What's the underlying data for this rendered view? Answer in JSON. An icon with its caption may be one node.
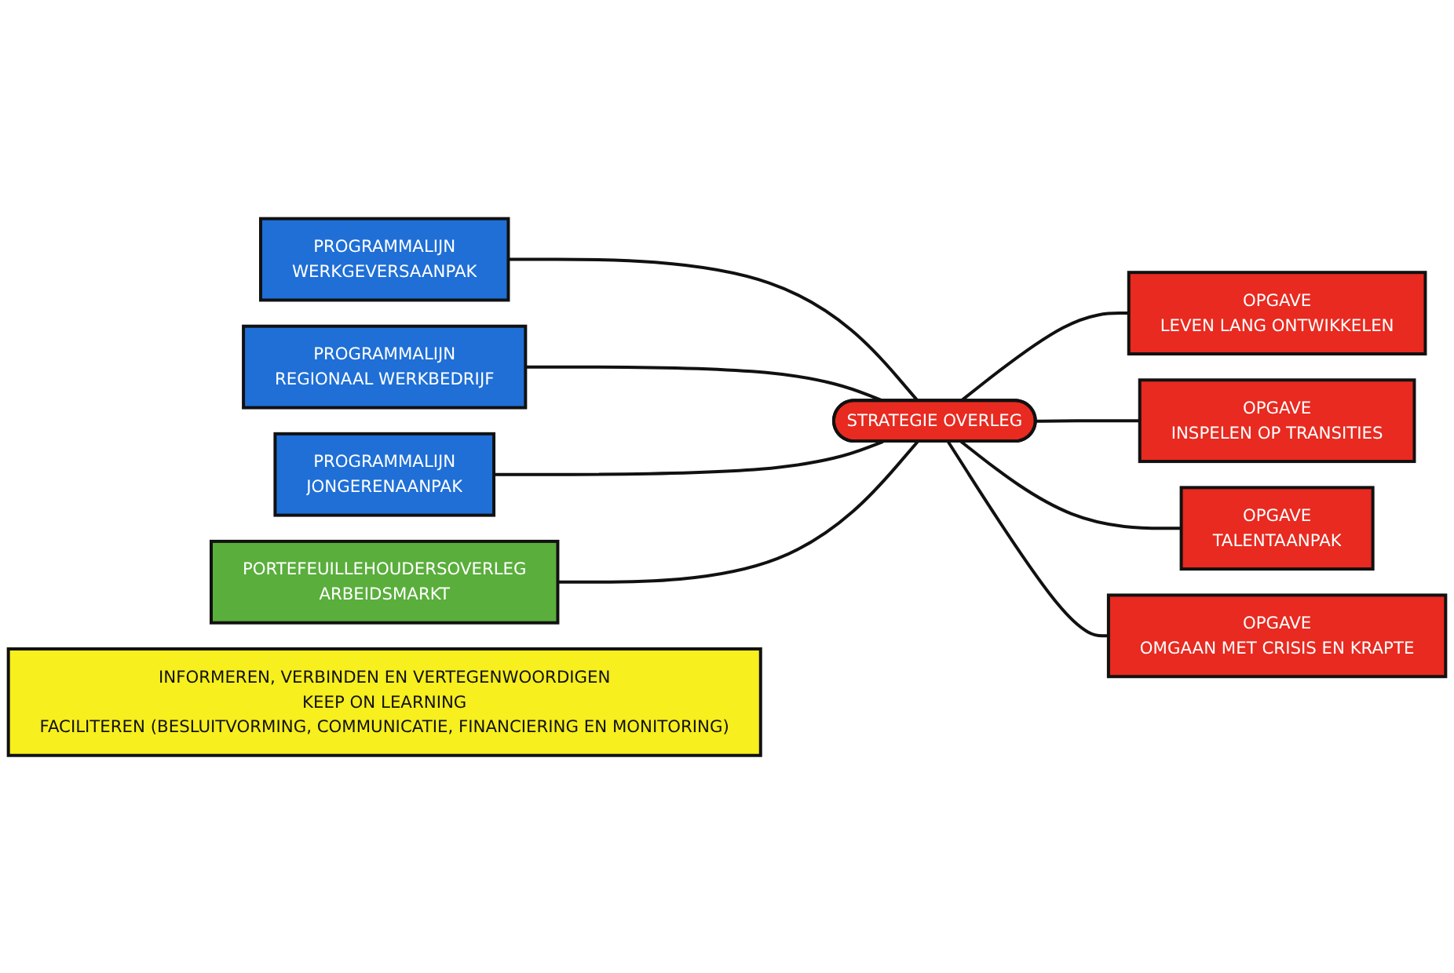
{
  "diagram": {
    "nodes": [
      {
        "text": [
          "PROGRAMMALIJN",
          "WERKGEVERSAANPAK"
        ]
      },
      {
        "text": [
          "PROGRAMMALIJN",
          "REGIONAAL WERKBEDRIJF"
        ]
      },
      {
        "text": [
          "PROGRAMMALIJN",
          "JONGERENAANPAK"
        ]
      },
      {
        "text": [
          "PORTEFEUILLEHOUDERSOVERLEG",
          "ARBEIDSMARKT"
        ]
      },
      {
        "text": [
          "STRATEGIE OVERLEG"
        ]
      },
      {
        "text": [
          "OPGAVE",
          "LEVEN LANG ONTWIKKELEN"
        ]
      },
      {
        "text": [
          "OPGAVE",
          "INSPELEN OP TRANSITIES"
        ]
      },
      {
        "text": [
          "OPGAVE",
          "TALENTAANPAK"
        ]
      },
      {
        "text": [
          "OPGAVE",
          "OMGAAN MET CRISIS EN KRAPTE"
        ]
      },
      {
        "text": [
          "INFORMEREN, VERBINDEN EN VERTEGENWOORDIGEN",
          "KEEP ON LEARNING",
          "FACILITEREN (BESLUITVORMING, COMMUNICATIE, FINANCIERING EN MONITORING)"
        ]
      }
    ],
    "edges": [
      {
        "from": 0,
        "to": 4,
        "arrow": "none"
      },
      {
        "from": 1,
        "to": 4,
        "arrow": "none"
      },
      {
        "from": 2,
        "to": 4,
        "arrow": "none"
      },
      {
        "from": 3,
        "to": 4,
        "arrow": "none"
      },
      {
        "from": 4,
        "to": 5,
        "arrow": "none"
      },
      {
        "from": 4,
        "to": 6,
        "arrow": "none"
      },
      {
        "from": 4,
        "to": 7,
        "arrow": "none"
      },
      {
        "from": 4,
        "to": 8,
        "arrow": "none"
      }
    ]
  }
}
